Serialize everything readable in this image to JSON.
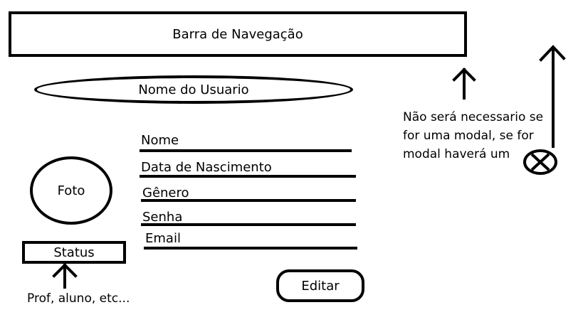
{
  "navbar": {
    "label": "Barra de Navegação"
  },
  "user": {
    "name_label": "Nome do Usuario"
  },
  "photo": {
    "label": "Foto"
  },
  "status": {
    "label": "Status",
    "hint": "Prof, aluno, etc..."
  },
  "fields": [
    {
      "label": "Nome"
    },
    {
      "label": "Data de Nascimento"
    },
    {
      "label": "Gênero"
    },
    {
      "label": "Senha"
    },
    {
      "label": "Email"
    }
  ],
  "actions": {
    "edit_label": "Editar"
  },
  "note": {
    "line1": "Não será necessario se",
    "line2": "for uma modal, se for",
    "line3": "modal haverá um"
  }
}
